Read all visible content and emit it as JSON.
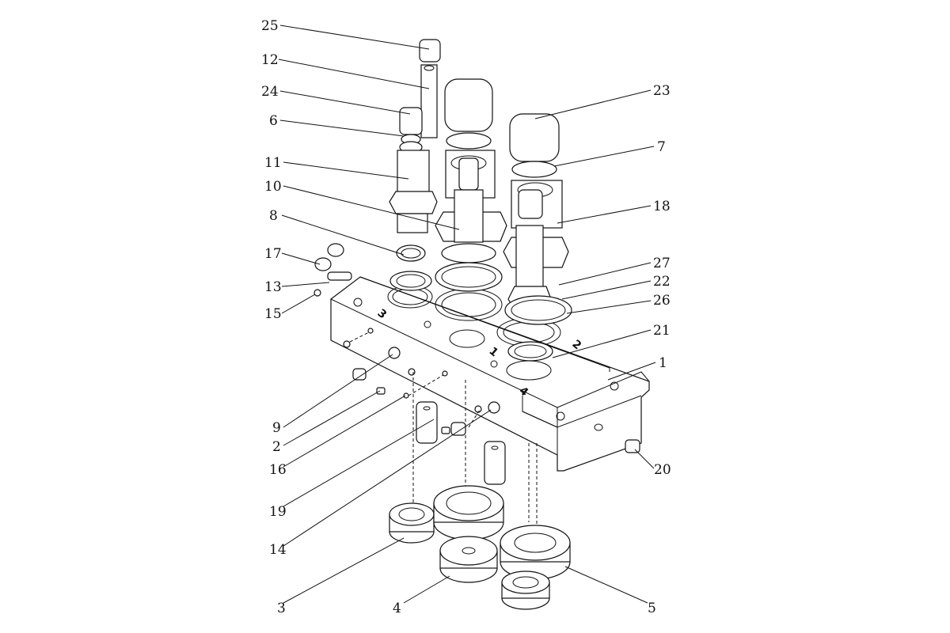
{
  "callouts": [
    {
      "id": "c25",
      "label": "25"
    },
    {
      "id": "c12",
      "label": "12"
    },
    {
      "id": "c24",
      "label": "24"
    },
    {
      "id": "c6",
      "label": "6"
    },
    {
      "id": "c11",
      "label": "11"
    },
    {
      "id": "c10",
      "label": "10"
    },
    {
      "id": "c8",
      "label": "8"
    },
    {
      "id": "c17",
      "label": "17"
    },
    {
      "id": "c13",
      "label": "13"
    },
    {
      "id": "c15",
      "label": "15"
    },
    {
      "id": "c23",
      "label": "23"
    },
    {
      "id": "c7",
      "label": "7"
    },
    {
      "id": "c18",
      "label": "18"
    },
    {
      "id": "c27",
      "label": "27"
    },
    {
      "id": "c22",
      "label": "22"
    },
    {
      "id": "c26",
      "label": "26"
    },
    {
      "id": "c21",
      "label": "21"
    },
    {
      "id": "c1",
      "label": "1"
    },
    {
      "id": "c20",
      "label": "20"
    },
    {
      "id": "c9",
      "label": "9"
    },
    {
      "id": "c2",
      "label": "2"
    },
    {
      "id": "c16",
      "label": "16"
    },
    {
      "id": "c19",
      "label": "19"
    },
    {
      "id": "c14",
      "label": "14"
    },
    {
      "id": "c3",
      "label": "3"
    },
    {
      "id": "c4",
      "label": "4"
    },
    {
      "id": "c5",
      "label": "5"
    }
  ],
  "port_marks": [
    {
      "id": "p3",
      "label": "3"
    },
    {
      "id": "p1",
      "label": "1"
    },
    {
      "id": "p2",
      "label": "2"
    },
    {
      "id": "p4",
      "label": "4"
    }
  ]
}
